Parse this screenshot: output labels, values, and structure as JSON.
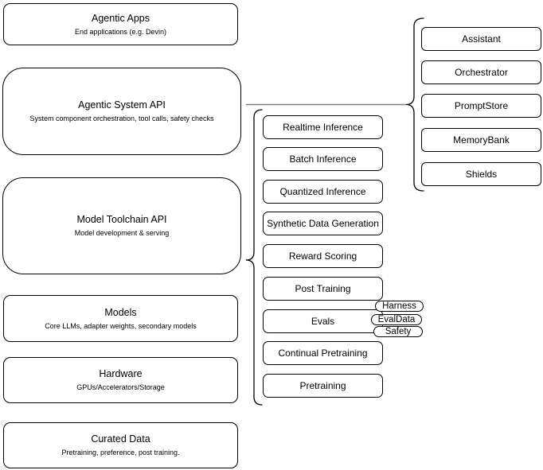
{
  "diagram": {
    "left_stack": [
      {
        "title": "Agentic Apps",
        "subtitle": "End applications (e.g. Devin)"
      },
      {
        "title": "Agentic System API",
        "subtitle": "System component orchestration, tool calls, safety checks"
      },
      {
        "title": "Model Toolchain API",
        "subtitle": "Model development & serving"
      },
      {
        "title": "Models",
        "subtitle": "Core LLMs, adapter weights, secondary models"
      },
      {
        "title": "Hardware",
        "subtitle": "GPUs/Accelerators/Storage"
      },
      {
        "title": "Curated Data",
        "subtitle": "Pretraining, preference, post training."
      }
    ],
    "toolchain_services": [
      "Realtime Inference",
      "Batch Inference",
      "Quantized Inference",
      "Synthetic Data Generation",
      "Reward Scoring",
      "Post Training",
      "Evals",
      "Continual Pretraining",
      "Pretraining"
    ],
    "eval_tags": [
      "Harness",
      "EvalData",
      "Safety"
    ],
    "system_components": [
      "Assistant",
      "Orchestrator",
      "PromptStore",
      "MemoryBank",
      "Shields"
    ],
    "colors": {
      "background": "#ffffff",
      "box_fill": "#ffffff",
      "box_stroke": "#000000",
      "connector_stroke": "#808080",
      "text": "#000000"
    }
  }
}
